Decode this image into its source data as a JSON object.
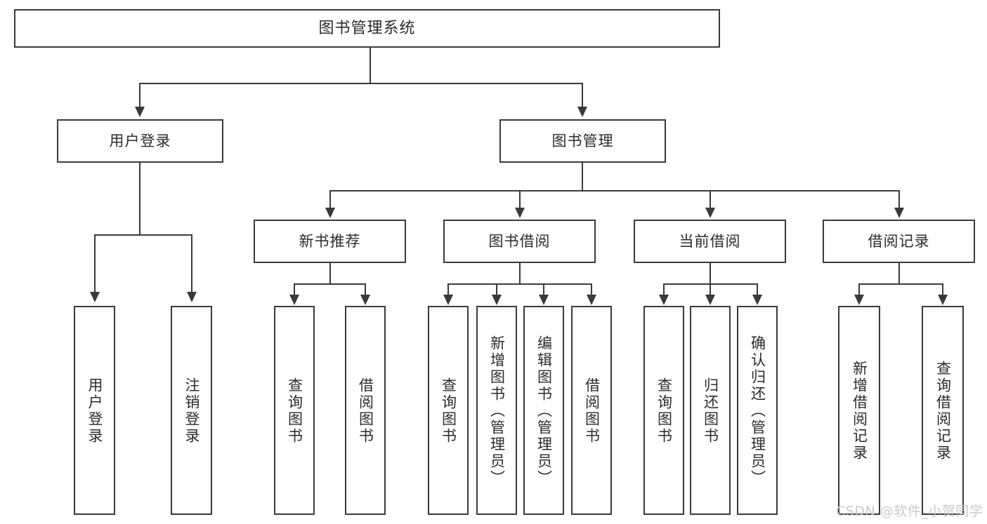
{
  "diagram": {
    "type": "tree-hierarchy-chart",
    "title": "图书管理系统",
    "colors": {
      "background": "#ffffff",
      "box_border": "#3a3a3a",
      "box_fill": "#ffffff",
      "text": "#2b2b2b",
      "connector": "#3a3a3a",
      "watermark": "#c9c9c9"
    },
    "root": {
      "label": "图书管理系统"
    },
    "level2": [
      {
        "label": "用户登录"
      },
      {
        "label": "图书管理"
      }
    ],
    "level3": [
      {
        "label": "新书推荐"
      },
      {
        "label": "图书借阅"
      },
      {
        "label": "当前借阅"
      },
      {
        "label": "借阅记录"
      }
    ],
    "leaves": {
      "user_login": [
        {
          "label": "用户登录"
        },
        {
          "label": "注销登录"
        }
      ],
      "new_book_recommend": [
        {
          "label": "查询图书"
        },
        {
          "label": "借阅图书"
        }
      ],
      "book_borrow": [
        {
          "label": "查询图书"
        },
        {
          "label": "新增图书（管理员）"
        },
        {
          "label": "编辑图书（管理员）"
        },
        {
          "label": "借阅图书"
        }
      ],
      "current_borrow": [
        {
          "label": "查询图书"
        },
        {
          "label": "归还图书"
        },
        {
          "label": "确认归还（管理员）"
        }
      ],
      "borrow_record": [
        {
          "label": "新增借阅记录"
        },
        {
          "label": "查询借阅记录"
        }
      ]
    },
    "watermark": "CSDN @软件_小贺同学"
  }
}
